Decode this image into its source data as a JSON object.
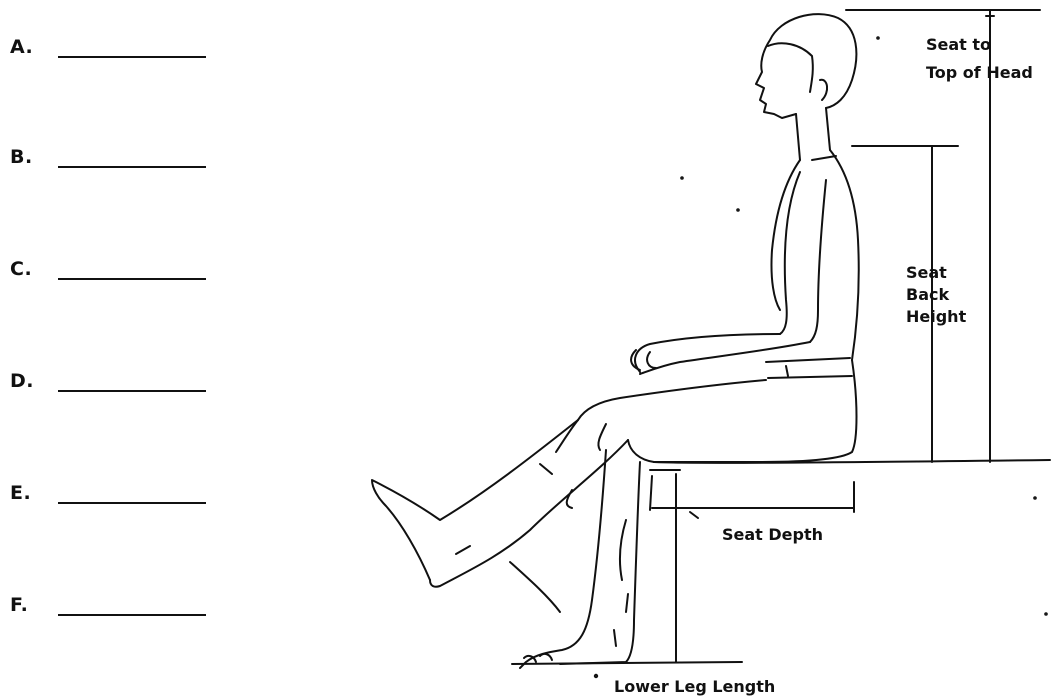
{
  "blanks": [
    {
      "letter": "A."
    },
    {
      "letter": "B."
    },
    {
      "letter": "C."
    },
    {
      "letter": "D."
    },
    {
      "letter": "E."
    },
    {
      "letter": "F."
    }
  ],
  "labels": {
    "seat_to_top_line1": "Seat to",
    "seat_to_top_line2": "Top of Head",
    "seat_back_line1": "Seat",
    "seat_back_line2": "Back",
    "seat_back_line3": "Height",
    "seat_depth": "Seat Depth",
    "lower_leg_length": "Lower Leg Length"
  }
}
